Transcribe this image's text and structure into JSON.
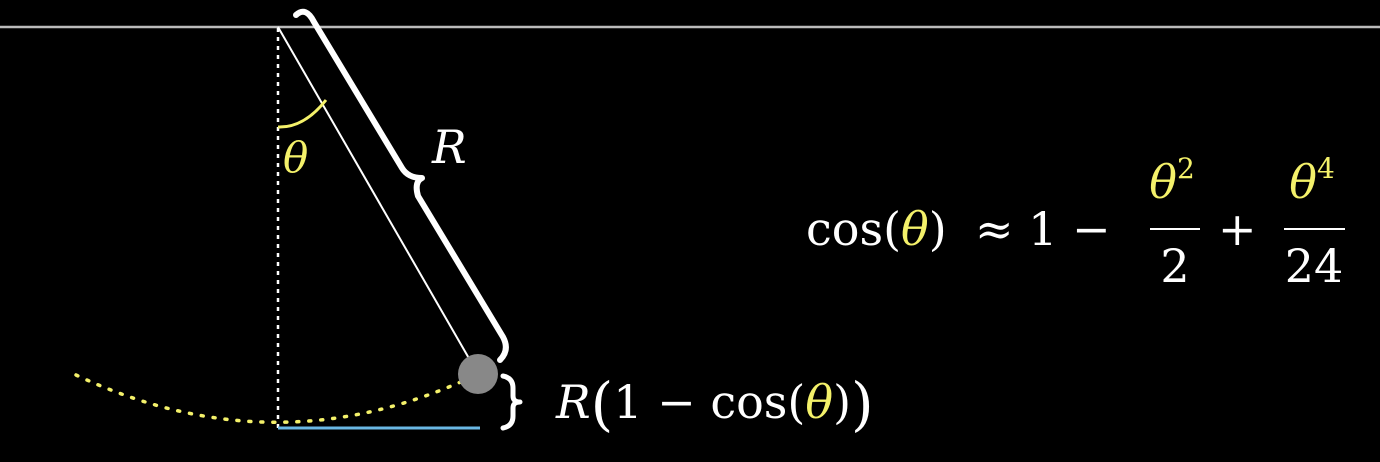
{
  "colors": {
    "background": "#000000",
    "ceiling": "#bbbbbb",
    "rod": "#ffffff",
    "vertical": "#ffffff",
    "arc_path": "#f4f16a",
    "angle_marker": "#f4f16a",
    "theta": "#f4f16a",
    "bob": "#888888",
    "height_segment": "#6ab8e4",
    "brace": "#ffffff",
    "text": "#ffffff"
  },
  "labels": {
    "theta": "θ",
    "rod_length": "R",
    "height_prefix": "R",
    "height_open": "(",
    "height_one_minus": "1 − cos(",
    "height_theta": "θ",
    "height_close_inner": ")",
    "height_close_outer": ")"
  },
  "formula": {
    "cos_prefix": "cos(",
    "theta": "θ",
    "cos_suffix": ")",
    "approx_one_minus": "≈ 1 −",
    "term1_num_base": "θ",
    "term1_num_exp": "2",
    "term1_den": "2",
    "plus": "+",
    "term2_num_base": "θ",
    "term2_num_exp": "4",
    "term2_den": "24"
  }
}
